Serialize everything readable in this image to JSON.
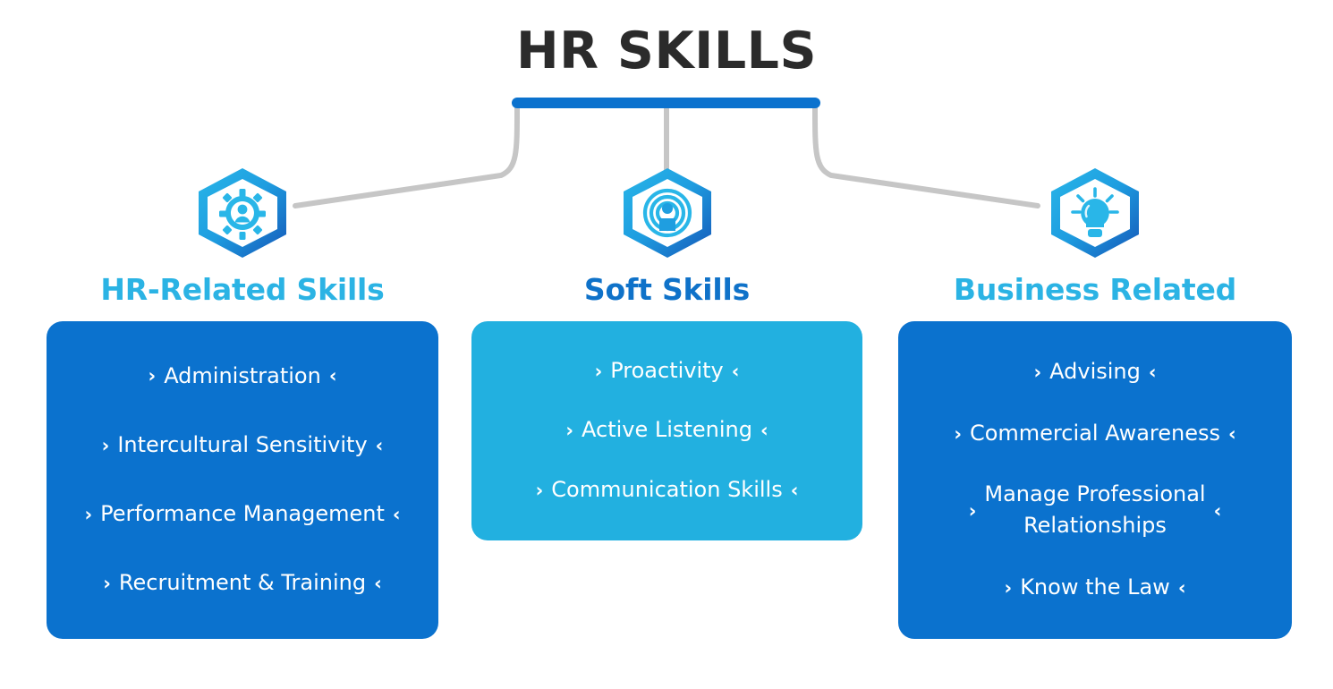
{
  "header": {
    "title": "HR SKILLS",
    "underline_color": "#0b72ce"
  },
  "theme": {
    "dark_blue": "#0b72ce",
    "light_cyan": "#22b0e0",
    "heading_cyan": "#2bb3e4",
    "heading_blue": "#0f72c9",
    "title_color": "#2b2b2b",
    "connector_gray": "#c6c6c6",
    "text_white": "#ffffff"
  },
  "bullets": {
    "left": "›",
    "right": "‹"
  },
  "columns": [
    {
      "icon": "gear-person-icon",
      "heading": "HR-Related Skills",
      "heading_color": "#2bb3e4",
      "card_color": "#0b72ce",
      "items": [
        {
          "label": "Administration"
        },
        {
          "label": "Intercultural Sensitivity"
        },
        {
          "label": "Performance Management"
        },
        {
          "label": "Recruitment & Training"
        }
      ]
    },
    {
      "icon": "broadcast-person-icon",
      "heading": "Soft Skills",
      "heading_color": "#0f72c9",
      "card_color": "#22b0e0",
      "items": [
        {
          "label": "Proactivity"
        },
        {
          "label": "Active Listening"
        },
        {
          "label": "Communication Skills"
        }
      ]
    },
    {
      "icon": "lightbulb-icon",
      "heading": "Business Related",
      "heading_color": "#2bb3e4",
      "card_color": "#0b72ce",
      "items": [
        {
          "label": "Advising"
        },
        {
          "label": "Commercial Awareness"
        },
        {
          "label": "Manage Professional\nRelationships"
        },
        {
          "label": "Know the Law"
        }
      ]
    }
  ]
}
